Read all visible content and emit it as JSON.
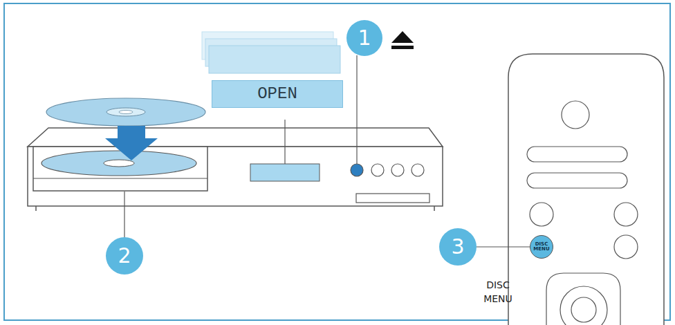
{
  "diagram": {
    "nodes": [
      {
        "text": [
          "OPEN"
        ]
      },
      {
        "text": [
          "1"
        ]
      },
      {
        "text": [
          "2"
        ]
      },
      {
        "text": [
          "3"
        ]
      },
      {
        "text": [
          "DISC MENU"
        ]
      }
    ],
    "edges": [
      {
        "from": 3,
        "to": 4,
        "arrow": "none"
      }
    ],
    "labels": [
      "DISC MENU"
    ]
  }
}
